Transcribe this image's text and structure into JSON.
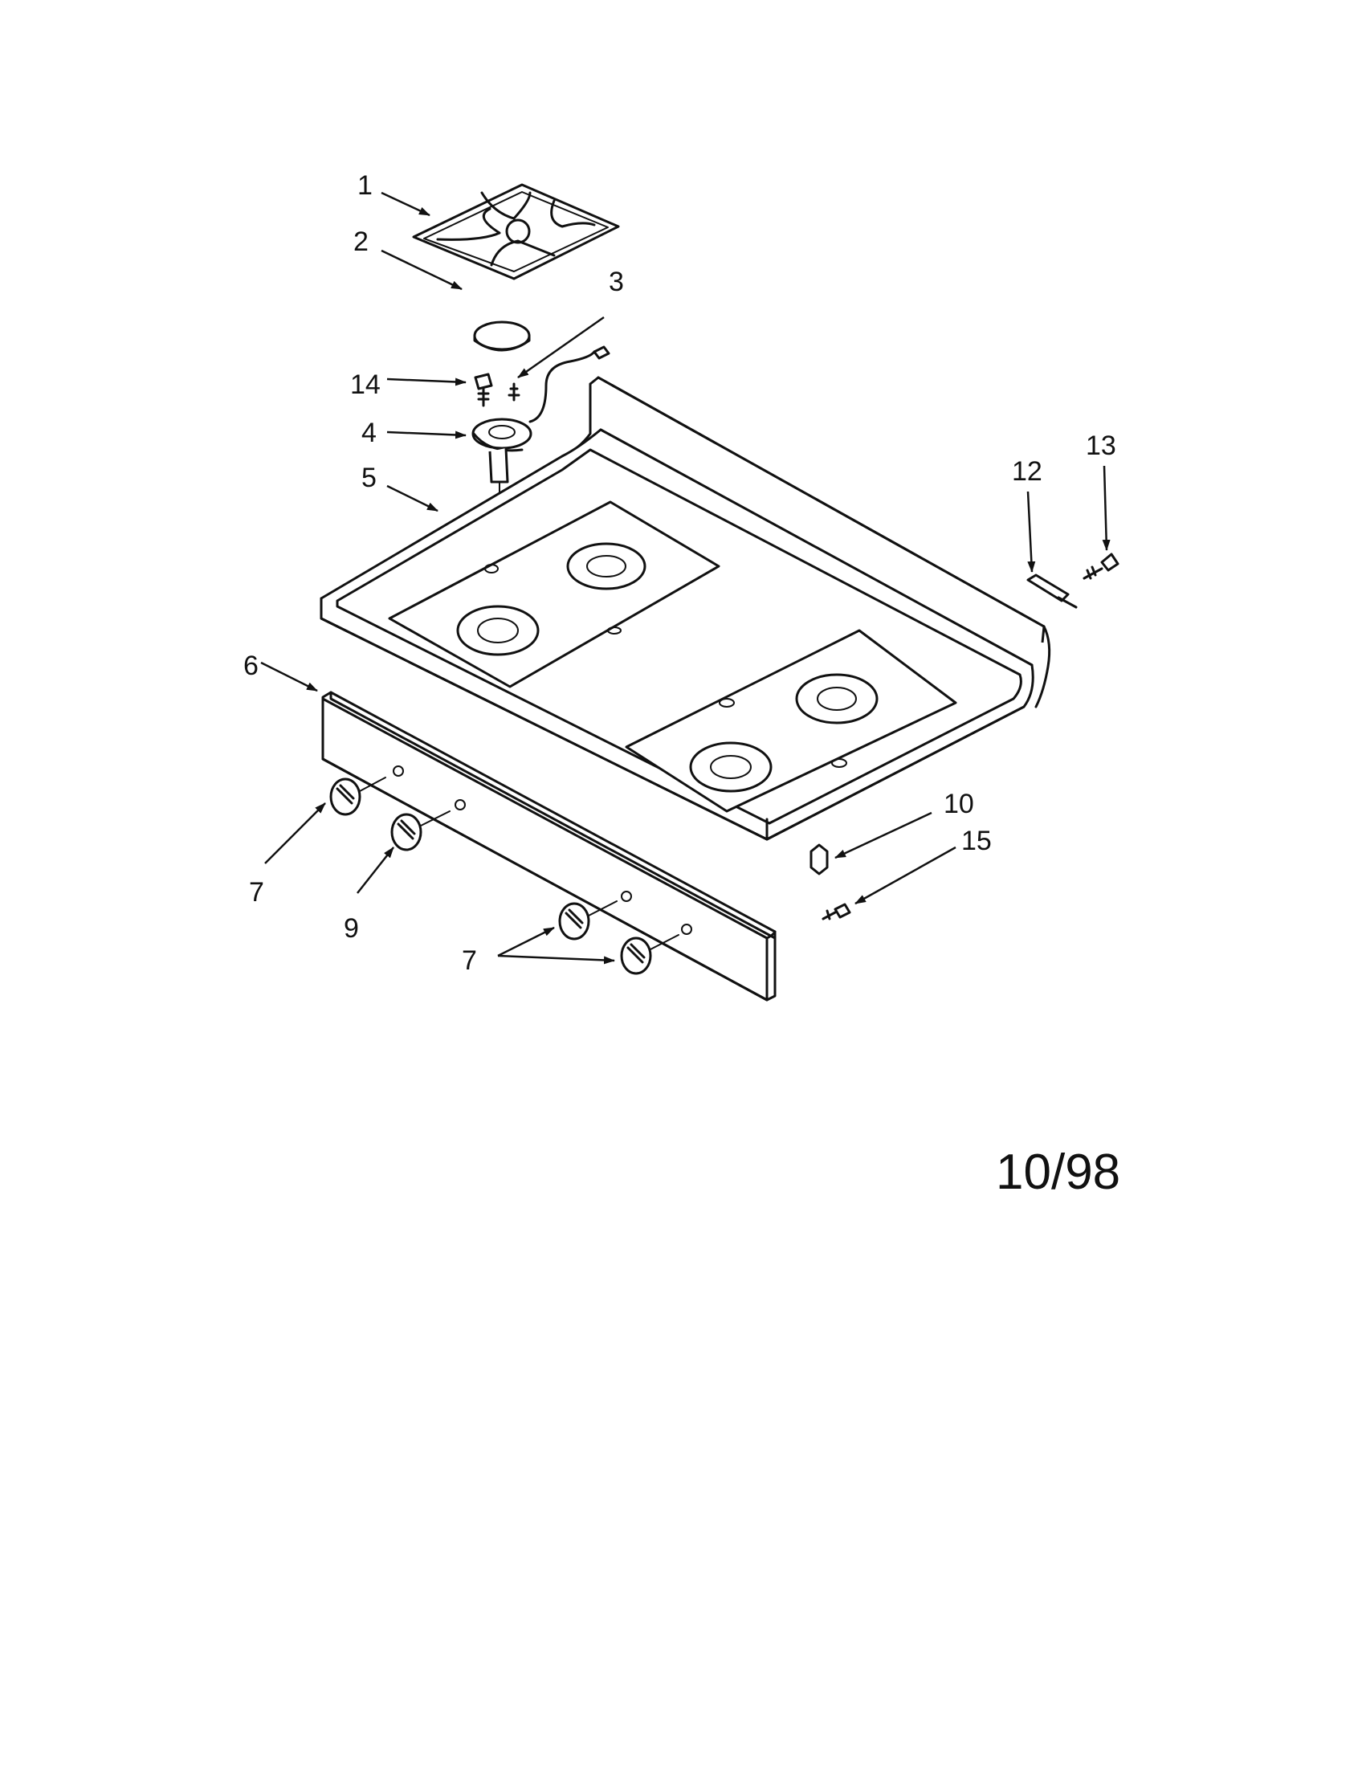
{
  "callouts": {
    "c1": "1",
    "c2": "2",
    "c3": "3",
    "c4": "4",
    "c5": "5",
    "c6": "6",
    "c7a": "7",
    "c7b": "7",
    "c9": "9",
    "c10": "10",
    "c12": "12",
    "c13": "13",
    "c14": "14",
    "c15": "15"
  },
  "date_code": "10/98"
}
